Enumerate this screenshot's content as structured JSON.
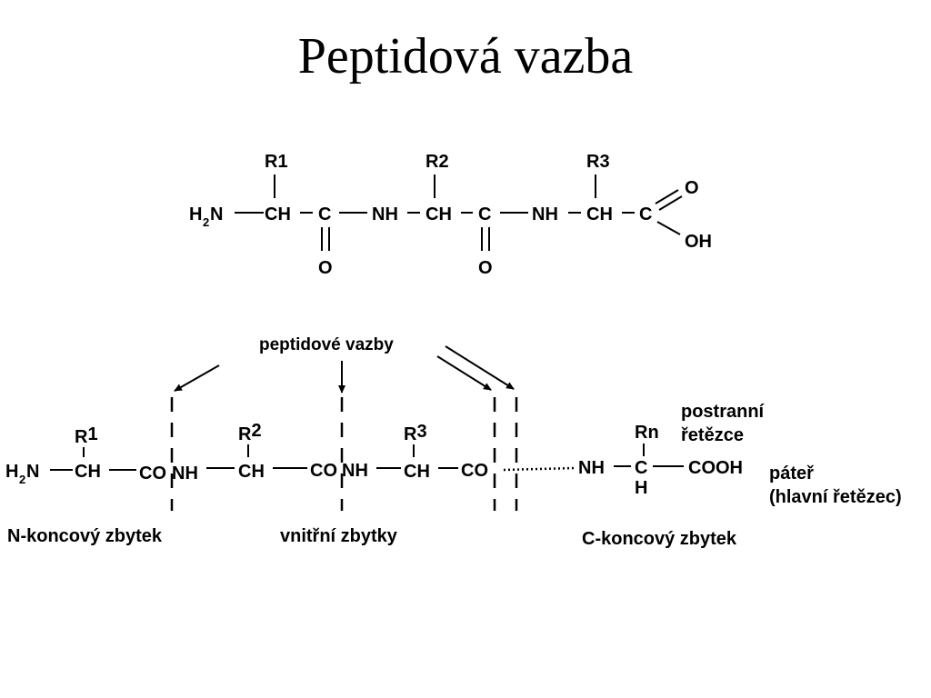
{
  "title": "Peptidová vazba",
  "top_formula": {
    "h": "H",
    "two": "2",
    "n": "N",
    "ch": "CH",
    "c": "C",
    "nh": "NH",
    "o": "O",
    "oh": "OH",
    "r1": "R1",
    "r2": "R2",
    "r3": "R3"
  },
  "bottom_formula": {
    "h": "H",
    "two": "2",
    "n": "N",
    "ch": "CH",
    "co": "CO",
    "nh": "NH",
    "c": "C",
    "cooh": "COOH",
    "r": "R",
    "r1_num": "1",
    "r2_num": "2",
    "r3_num": "3",
    "rn": "Rn"
  },
  "labels": {
    "peptide_bonds": "peptidové vazby",
    "side_chains_1": "postranní",
    "side_chains_2": "řetězce",
    "backbone_1": "páteř",
    "backbone_2": "(hlavní řetězec)",
    "n_terminal": "N-koncový zbytek",
    "internal": "vnitřní zbytky",
    "c_terminal": "C-koncový zbytek"
  },
  "colors": {
    "ink": "#000000",
    "background": "#ffffff"
  }
}
